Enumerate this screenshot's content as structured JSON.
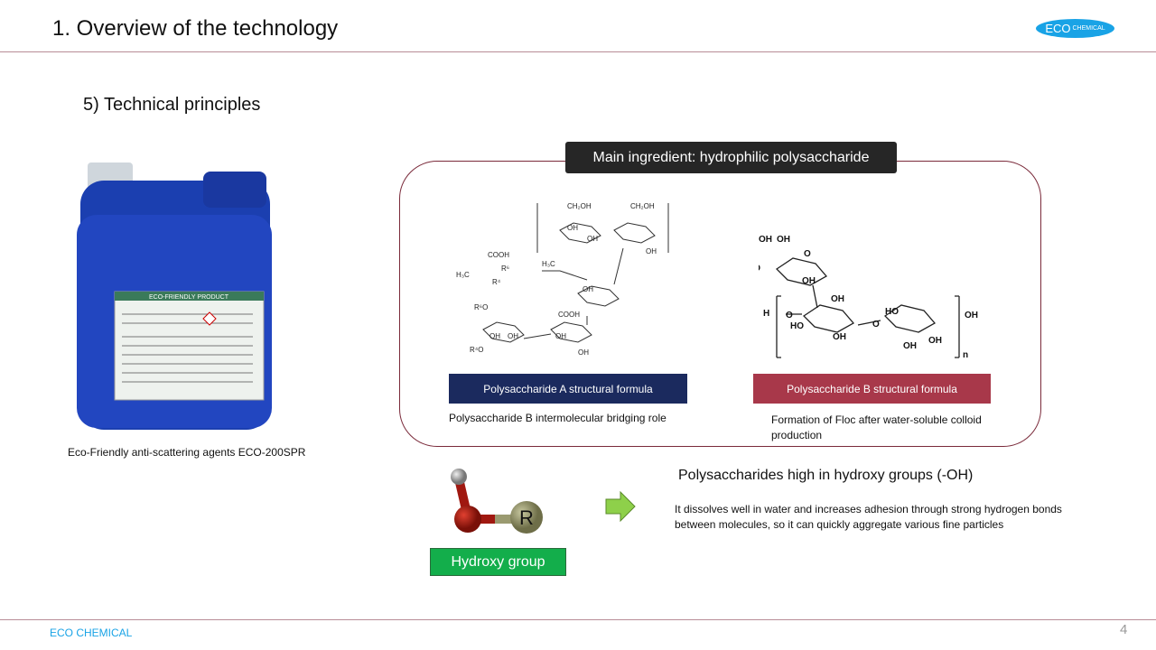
{
  "header": {
    "title": "1. Overview of the technology",
    "logo_main": "ECO",
    "logo_sub": "CHEMICAL"
  },
  "section": {
    "title": "5) Technical principles"
  },
  "product": {
    "caption": "Eco-Friendly anti-scattering agents ECO-200SPR",
    "label_title": "ECO-FRIENDLY PRODUCT"
  },
  "principle": {
    "main_label": "Main ingredient: hydrophilic polysaccharide",
    "formula_a_label": "Polysaccharide A structural formula",
    "formula_b_label": "Polysaccharide B structural formula",
    "formula_a_desc": "Polysaccharide B intermolecular bridging role",
    "formula_b_desc": "Formation of Floc after water-soluble colloid production"
  },
  "hydroxy": {
    "atom_label": "R",
    "group_label": "Hydroxy group",
    "heading": "Polysaccharides high in hydroxy groups (-OH)",
    "description": "It dissolves well in water and increases adhesion through strong hydrogen bonds between molecules, so it can quickly aggregate various fine particles"
  },
  "footer": {
    "company": "ECO CHEMICAL",
    "page": "4"
  },
  "colors": {
    "accent": "#19a3e6",
    "navy": "#1b2a5e",
    "maroon": "#a8384a",
    "green": "#13ae4b"
  }
}
